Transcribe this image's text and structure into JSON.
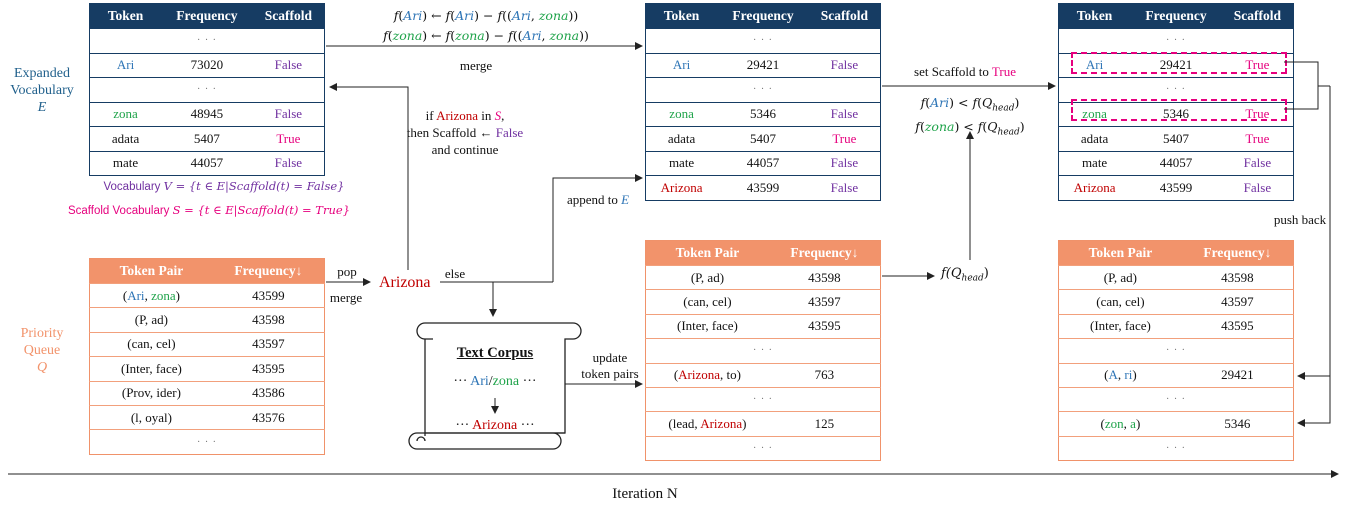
{
  "colors": {
    "navy": "#163c63",
    "orange": "#f2936b",
    "blue": "#2e75b6",
    "green": "#1fa34a",
    "red": "#c00000",
    "purple": "#7030a0",
    "pink": "#e6007e"
  },
  "headers": {
    "token": "Token",
    "frequency": "Frequency",
    "scaffold": "Scaffold",
    "token_pair": "Token Pair",
    "frequency_sorted": "Frequency↓"
  },
  "ellipsis": "· · ·",
  "table1": {
    "rows": [
      {
        "token": "Ari",
        "freq": "73020",
        "scaffold": "False"
      },
      {
        "token": "zona",
        "freq": "48945",
        "scaffold": "False"
      },
      {
        "token": "adata",
        "freq": "5407",
        "scaffold": "True"
      },
      {
        "token": "mate",
        "freq": "44057",
        "scaffold": "False"
      }
    ]
  },
  "table2": {
    "rows": [
      {
        "token": "Ari",
        "freq": "29421",
        "scaffold": "False"
      },
      {
        "token": "zona",
        "freq": "5346",
        "scaffold": "False"
      },
      {
        "token": "adata",
        "freq": "5407",
        "scaffold": "True"
      },
      {
        "token": "mate",
        "freq": "44057",
        "scaffold": "False"
      },
      {
        "token": "Arizona",
        "freq": "43599",
        "scaffold": "False"
      }
    ]
  },
  "table3": {
    "rows": [
      {
        "token": "Ari",
        "freq": "29421",
        "scaffold": "True"
      },
      {
        "token": "zona",
        "freq": "5346",
        "scaffold": "True"
      },
      {
        "token": "adata",
        "freq": "5407",
        "scaffold": "True"
      },
      {
        "token": "mate",
        "freq": "44057",
        "scaffold": "False"
      },
      {
        "token": "Arizona",
        "freq": "43599",
        "scaffold": "False"
      }
    ]
  },
  "queue1": {
    "rows": [
      {
        "a": "Ari",
        "b": "zona",
        "freq": "43599"
      },
      {
        "pair": "(P, ad)",
        "freq": "43598"
      },
      {
        "pair": "(can, cel)",
        "freq": "43597"
      },
      {
        "pair": "(Inter, face)",
        "freq": "43595"
      },
      {
        "pair": "(Prov, ider)",
        "freq": "43586"
      },
      {
        "pair": "(l, oyal)",
        "freq": "43576"
      }
    ]
  },
  "queue2": {
    "rows": [
      {
        "pair": "(P, ad)",
        "freq": "43598"
      },
      {
        "pair": "(can, cel)",
        "freq": "43597"
      },
      {
        "pair": "(Inter, face)",
        "freq": "43595"
      },
      {
        "a": "Arizona",
        "b": "to",
        "freq": "763"
      },
      {
        "a": "lead",
        "b": "Arizona",
        "freq": "125"
      }
    ]
  },
  "queue3": {
    "rows": [
      {
        "pair": "(P, ad)",
        "freq": "43598"
      },
      {
        "pair": "(can, cel)",
        "freq": "43597"
      },
      {
        "pair": "(Inter, face)",
        "freq": "43595"
      },
      {
        "a": "A",
        "b": "ri",
        "freq": "29421"
      },
      {
        "a": "zon",
        "b": "a",
        "freq": "5346"
      }
    ]
  },
  "labels": {
    "expanded_vocab_1": "Expanded",
    "expanded_vocab_2": "Vocabulary",
    "expanded_vocab_sym": "E",
    "vocab_def_a": "Vocabulary ",
    "vocab_def_b": "V = {t ∈ E|Scaffold(t) = False}",
    "scaffold_def_a": "Scaffold Vocabulary ",
    "scaffold_def_b": "S = {t ∈ E|Scaffold(t) = True}",
    "priority_1": "Priority",
    "priority_2": "Queue",
    "priority_sym": "Q",
    "merge": "merge",
    "pop": "pop",
    "pop_merge": "merge",
    "arizona": "Arizona",
    "else": "else",
    "append_to": "append to ",
    "append_sym": "E",
    "if_1a": "if ",
    "if_1b": "Arizona",
    "if_1c": " in ",
    "if_1d": "S",
    "if_1e": ",",
    "if_2a": "then Scaffold ← ",
    "if_2b": "False",
    "if_3": "and continue",
    "corpus_title": "Text Corpus",
    "corpus_line1_a": "··· ",
    "corpus_line1_b": "Ari",
    "corpus_line1_c": "/",
    "corpus_line1_d": "zona",
    "corpus_line1_e": " ···",
    "corpus_line2_a": "··· ",
    "corpus_line2_b": "Arizona",
    "corpus_line2_c": " ···",
    "update_1": "update",
    "update_2": "token pairs",
    "set_scaffold_a": "set Scaffold to ",
    "set_scaffold_b": "True",
    "fqhead": "f(Q",
    "fqhead_sub": "head",
    "push_back": "push back",
    "iteration": "Iteration N"
  }
}
